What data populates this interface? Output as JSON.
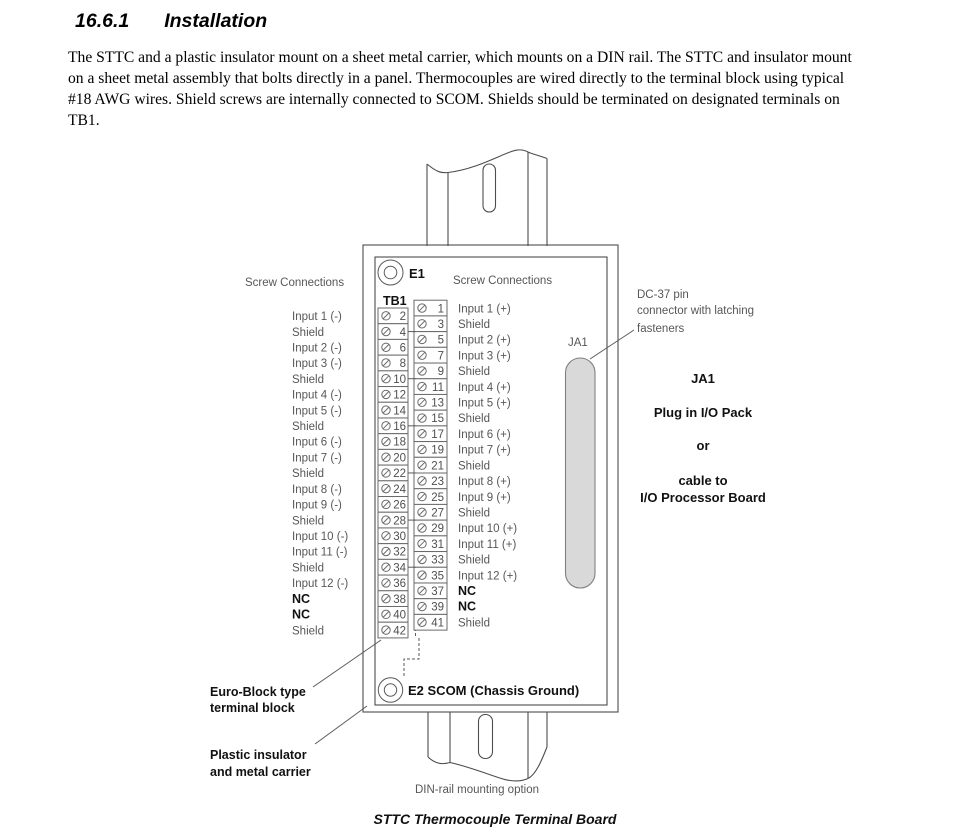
{
  "page": {
    "section_number": "16.6.1",
    "section_title": "Installation",
    "body_lines": [
      "The STTC and a plastic insulator mount on a sheet metal carrier, which mounts on a DIN rail. The STTC and insulator mount",
      "on a sheet metal assembly that bolts directly in a panel. Thermocouples are wired directly to the terminal block using typical",
      "#18 AWG wires. Shield screws are internally connected to SCOM. Shields should be terminated on designated terminals on",
      "TB1."
    ],
    "caption": "STTC Thermocouple Terminal Board"
  },
  "diagram": {
    "labels": {
      "screw_connections_left": "Screw Connections",
      "screw_connections_right": "Screw Connections",
      "e1": "E1",
      "tb1": "TB1",
      "ja1_connector": "JA1",
      "dc37_line1": "DC-37 pin",
      "dc37_line2": "connector with latching",
      "dc37_line3": "fasteners",
      "ja1_heading": "JA1",
      "ja1_option1": "Plug in I/O Pack",
      "ja1_or": "or",
      "ja1_option2a": "cable to",
      "ja1_option2b": "I/O Processor Board",
      "e2": "E2 SCOM (Chassis Ground)",
      "euro_block_line1": "Euro-Block type",
      "euro_block_line2": "terminal block",
      "insulator_line1": "Plastic insulator",
      "insulator_line2": "and metal carrier",
      "din_rail": "DIN-rail mounting option"
    },
    "terminal_block": {
      "left_terminals": [
        {
          "num": 2,
          "label": "Input 1 (-)",
          "bold": false
        },
        {
          "num": 4,
          "label": "Shield",
          "bold": false
        },
        {
          "num": 6,
          "label": "Input 2 (-)",
          "bold": false
        },
        {
          "num": 8,
          "label": "Input 3 (-)",
          "bold": false
        },
        {
          "num": 10,
          "label": "Shield",
          "bold": false
        },
        {
          "num": 12,
          "label": "Input 4 (-)",
          "bold": false
        },
        {
          "num": 14,
          "label": "Input 5 (-)",
          "bold": false
        },
        {
          "num": 16,
          "label": "Shield",
          "bold": false
        },
        {
          "num": 18,
          "label": "Input 6 (-)",
          "bold": false
        },
        {
          "num": 20,
          "label": "Input 7 (-)",
          "bold": false
        },
        {
          "num": 22,
          "label": "Shield",
          "bold": false
        },
        {
          "num": 24,
          "label": "Input 8 (-)",
          "bold": false
        },
        {
          "num": 26,
          "label": "Input 9 (-)",
          "bold": false
        },
        {
          "num": 28,
          "label": "Shield",
          "bold": false
        },
        {
          "num": 30,
          "label": "Input 10 (-)",
          "bold": false
        },
        {
          "num": 32,
          "label": "Input 11 (-)",
          "bold": false
        },
        {
          "num": 34,
          "label": "Shield",
          "bold": false
        },
        {
          "num": 36,
          "label": "Input 12 (-)",
          "bold": false
        },
        {
          "num": 38,
          "label": "NC",
          "bold": true
        },
        {
          "num": 40,
          "label": "NC",
          "bold": true
        },
        {
          "num": 42,
          "label": "Shield",
          "bold": false
        }
      ],
      "right_terminals": [
        {
          "num": 1,
          "label": "Input 1 (+)",
          "bold": false
        },
        {
          "num": 3,
          "label": "Shield",
          "bold": false
        },
        {
          "num": 5,
          "label": "Input 2 (+)",
          "bold": false
        },
        {
          "num": 7,
          "label": "Input 3 (+)",
          "bold": false
        },
        {
          "num": 9,
          "label": "Shield",
          "bold": false
        },
        {
          "num": 11,
          "label": "Input 4 (+)",
          "bold": false
        },
        {
          "num": 13,
          "label": "Input 5 (+)",
          "bold": false
        },
        {
          "num": 15,
          "label": "Shield",
          "bold": false
        },
        {
          "num": 17,
          "label": "Input 6 (+)",
          "bold": false
        },
        {
          "num": 19,
          "label": "Input 7 (+)",
          "bold": false
        },
        {
          "num": 21,
          "label": "Shield",
          "bold": false
        },
        {
          "num": 23,
          "label": "Input 8 (+)",
          "bold": false
        },
        {
          "num": 25,
          "label": "Input 9 (+)",
          "bold": false
        },
        {
          "num": 27,
          "label": "Shield",
          "bold": false
        },
        {
          "num": 29,
          "label": "Input 10 (+)",
          "bold": false
        },
        {
          "num": 31,
          "label": "Input 11 (+)",
          "bold": false
        },
        {
          "num": 33,
          "label": "Shield",
          "bold": false
        },
        {
          "num": 35,
          "label": "Input 12 (+)",
          "bold": false
        },
        {
          "num": 37,
          "label": "NC",
          "bold": true
        },
        {
          "num": 39,
          "label": "NC",
          "bold": true
        },
        {
          "num": 41,
          "label": "Shield",
          "bold": false
        }
      ],
      "shield_bus_tick_rows": [
        1,
        4,
        7,
        10,
        13,
        16
      ]
    },
    "colors": {
      "line": "#4d4d4d",
      "label_gray": "#575757",
      "connector_fill": "#d9d9d9",
      "connector_stroke": "#808080"
    }
  }
}
